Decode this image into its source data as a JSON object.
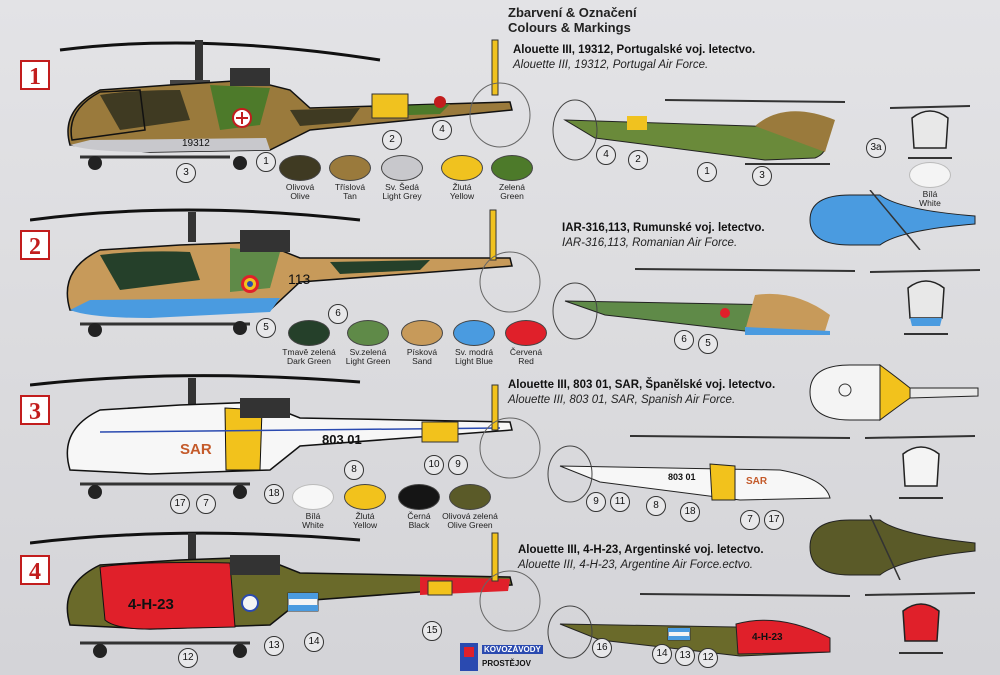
{
  "header": {
    "title_cz": "Zbarvení & Označení",
    "title_en": "Colours & Markings"
  },
  "schemes": [
    {
      "number": "1",
      "title": "Alouette III, 19312, Portugalské voj. letectvo.",
      "subtitle": "Alouette III, 19312, Portugal Air Force.",
      "serial": "19312",
      "colors": [
        {
          "cz": "Olivová",
          "en": "Olive",
          "hex": "#3f3a22"
        },
        {
          "cz": "Tříslová",
          "en": "Tan",
          "hex": "#9a7a3c"
        },
        {
          "cz": "Sv. Šedá",
          "en": "Light Grey",
          "hex": "#c8c8cc"
        },
        {
          "cz": "Žlutá",
          "en": "Yellow",
          "hex": "#f0c21f"
        },
        {
          "cz": "Zelená",
          "en": "Green",
          "hex": "#4d7a2a"
        }
      ],
      "extra_color": {
        "cz": "Bílá",
        "en": "White",
        "hex": "#f4f4f4"
      },
      "callouts": [
        "1",
        "2",
        "3",
        "4",
        "4",
        "2",
        "1",
        "3",
        "3a"
      ]
    },
    {
      "number": "2",
      "title": "IAR-316,113, Rumunské voj. letectvo.",
      "subtitle": "IAR-316,113, Romanian Air Force.",
      "serial": "113",
      "colors": [
        {
          "cz": "Tmavě zelená",
          "en": "Dark Green",
          "hex": "#25402a"
        },
        {
          "cz": "Sv.zelená",
          "en": "Light Green",
          "hex": "#5f8a48"
        },
        {
          "cz": "Písková",
          "en": "Sand",
          "hex": "#c79a5a"
        },
        {
          "cz": "Sv. modrá",
          "en": "Light Blue",
          "hex": "#4a9be0"
        },
        {
          "cz": "Červená",
          "en": "Red",
          "hex": "#e0202a"
        }
      ],
      "callouts": [
        "5",
        "6",
        "6",
        "5"
      ]
    },
    {
      "number": "3",
      "title": "Alouette III, 803 01, SAR, Španělské voj. letectvo.",
      "subtitle": "Alouette III, 803 01, SAR, Spanish Air Force.",
      "serial": "803 01",
      "code": "SAR",
      "colors": [
        {
          "cz": "Bílá",
          "en": "White",
          "hex": "#f7f7f7"
        },
        {
          "cz": "Žlutá",
          "en": "Yellow",
          "hex": "#f2c21c"
        },
        {
          "cz": "Černá",
          "en": "Black",
          "hex": "#151515"
        },
        {
          "cz": "Olivová zelená",
          "en": "Olive Green",
          "hex": "#5a5a28"
        }
      ],
      "callouts": [
        "8",
        "10",
        "9",
        "17",
        "7",
        "18",
        "9",
        "11",
        "8",
        "18",
        "7",
        "17"
      ]
    },
    {
      "number": "4",
      "title": "Alouette III, 4-H-23, Argentinské voj. letectvo.",
      "subtitle": "Alouette III, 4-H-23, Argentine Air Force.ectvo.",
      "serial": "4-H-23",
      "callouts": [
        "12",
        "13",
        "14",
        "15",
        "16",
        "14",
        "13",
        "12"
      ]
    }
  ],
  "logo": {
    "line1": "KOVOZÁVODY",
    "line2": "PROSTĚJOV"
  }
}
